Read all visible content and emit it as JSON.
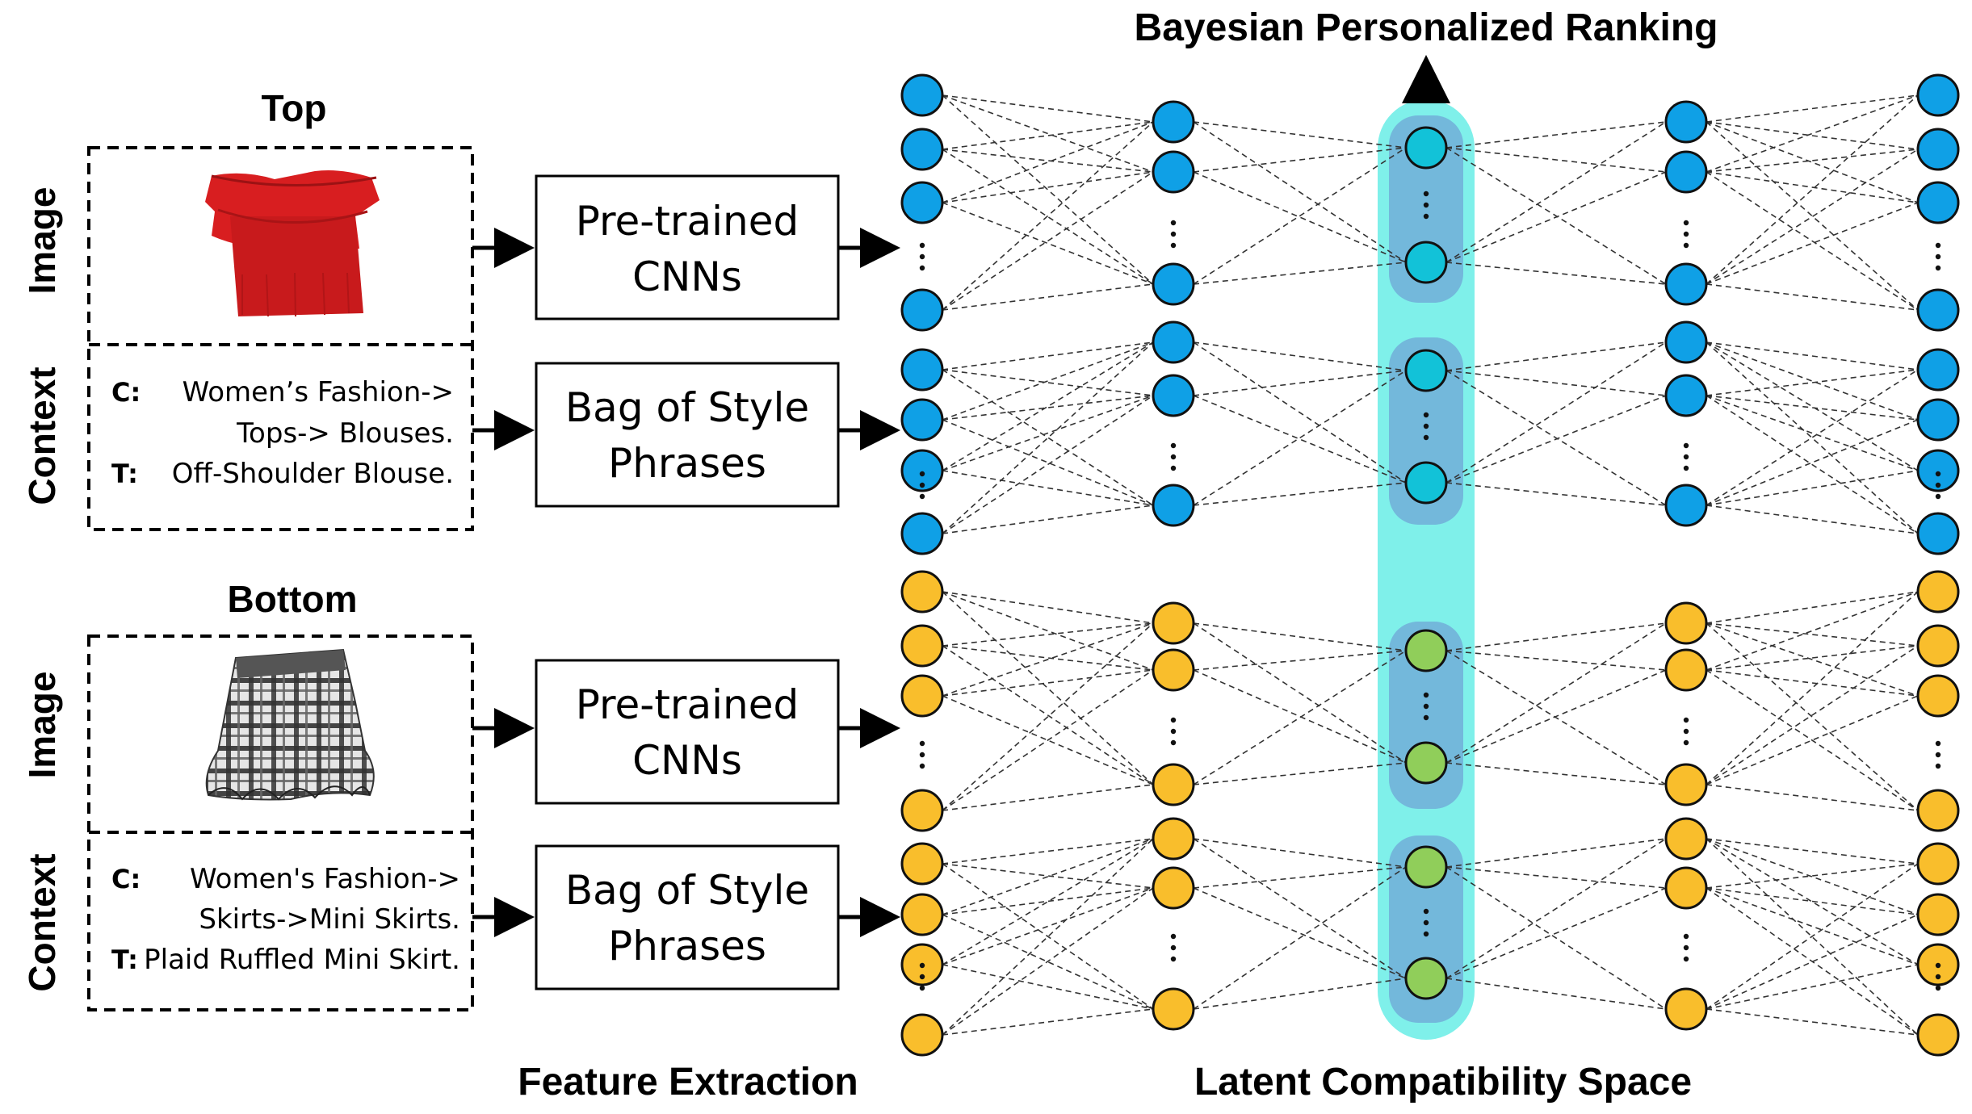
{
  "top": {
    "title": "Top",
    "image_label": "Image",
    "context_label": "Context",
    "context_c_key": "C:",
    "context_c_line1": "Women’s Fashion->",
    "context_c_line2": "Tops-> Blouses.",
    "context_t_key": "T:",
    "context_t_value": "Off-Shoulder Blouse.",
    "cnn_line1": "Pre-trained",
    "cnn_line2": "CNNs",
    "bag_line1": "Bag of Style",
    "bag_line2": "Phrases"
  },
  "bottom": {
    "title": "Bottom",
    "image_label": "Image",
    "context_label": "Context",
    "context_c_key": "C:",
    "context_c_line1": "Women's Fashion->",
    "context_c_line2": "Skirts->Mini Skirts.",
    "context_t_key": "T:",
    "context_t_value": "Plaid Ruffled Mini Skirt.",
    "cnn_line1": "Pre-trained",
    "cnn_line2": "CNNs",
    "bag_line1": "Bag of Style",
    "bag_line2": "Phrases"
  },
  "headers": {
    "bpr": "Bayesian Personalized Ranking",
    "feature_extraction": "Feature Extraction",
    "latent_space": "Latent Compatibility Space"
  },
  "colors": {
    "top_node": "#0FA0E6",
    "bottom_node": "#F9BE2C",
    "latent_top_node": "#12C2D8",
    "latent_bottom_node": "#90CE5A",
    "latent_band": "#7FF0EA",
    "latent_group": "#6FA6D6",
    "blouse": "#D81E20"
  },
  "icons": {
    "top_item": "blouse-image",
    "bottom_item": "plaid-skirt-image"
  }
}
